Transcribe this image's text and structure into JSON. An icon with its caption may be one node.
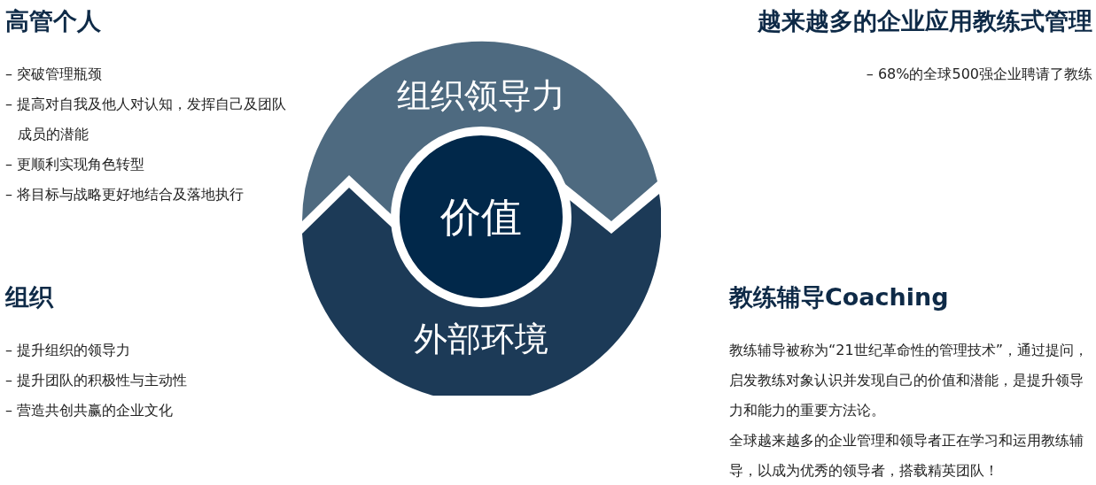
{
  "diagram": {
    "nodes": [
      {
        "text": [
          "组织领导力"
        ]
      },
      {
        "text": [
          "外部环境"
        ]
      },
      {
        "text": [
          "价值"
        ]
      }
    ],
    "labels": [
      "高管个人",
      "– 突破管理瓶颈",
      "– 提高对自我及他人对认知，发挥自己及团队成员的潜能",
      "– 更顺利实现角色转型",
      "– 将目标与战略更好地结合及落地执行",
      "越来越多的企业应用教练式管理",
      "– 68%的全球500强企业聘请了教练",
      "组织",
      "– 提升组织的领导力",
      "– 提升团队的积极性与主动性",
      "– 营造共创共赢的企业文化",
      "教练辅导Coaching",
      "教练辅导被称为“21世纪革命性的管理技术”，通过提问，启发教练对象认识并发现自己的价值和潜能，是提升领导力和能力的重要方法论。",
      "全球越来越多的企业管理和领导者正在学习和运用教练辅导，以成为优秀的领导者，搭载精英团队！"
    ]
  }
}
